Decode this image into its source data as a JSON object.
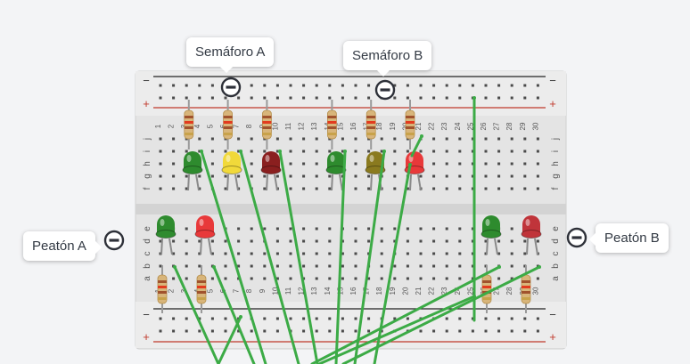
{
  "labels": {
    "semaforo_a": "Semáforo A",
    "semaforo_b": "Semáforo B",
    "peaton_a": "Peatón A",
    "peaton_b": "Peatón B"
  },
  "rails": {
    "minus": "−",
    "plus": "+"
  },
  "row_letters_top": [
    "j",
    "i",
    "h",
    "g",
    "f"
  ],
  "row_letters_bottom": [
    "e",
    "d",
    "c",
    "b",
    "a"
  ],
  "columns": [
    "1",
    "2",
    "3",
    "4",
    "5",
    "6",
    "7",
    "8",
    "9",
    "10",
    "11",
    "12",
    "13",
    "14",
    "15",
    "16",
    "17",
    "18",
    "19",
    "20",
    "21",
    "22",
    "23",
    "24",
    "25",
    "26",
    "27",
    "28",
    "29",
    "30"
  ],
  "leds_top": [
    {
      "col": 4,
      "color": "#2e8b2e"
    },
    {
      "col": 7,
      "color": "#f1d93a"
    },
    {
      "col": 10,
      "color": "#8a1f1f"
    },
    {
      "col": 15,
      "color": "#2e8b2e"
    },
    {
      "col": 18,
      "color": "#8a7a1f"
    },
    {
      "col": 21,
      "color": "#e8393a"
    }
  ],
  "leds_bottom": [
    {
      "col": 1,
      "color": "#2e8b2e"
    },
    {
      "col": 4,
      "color": "#e8393a"
    },
    {
      "col": 27,
      "color": "#2e8b2e"
    },
    {
      "col": 30,
      "color": "#c0343a"
    }
  ],
  "colors": {
    "wire": "#3cab46",
    "board": "#e4e4e4",
    "rail_red": "#c0392b",
    "rail_black": "#222222",
    "resistor_body": "#d8b57a"
  }
}
